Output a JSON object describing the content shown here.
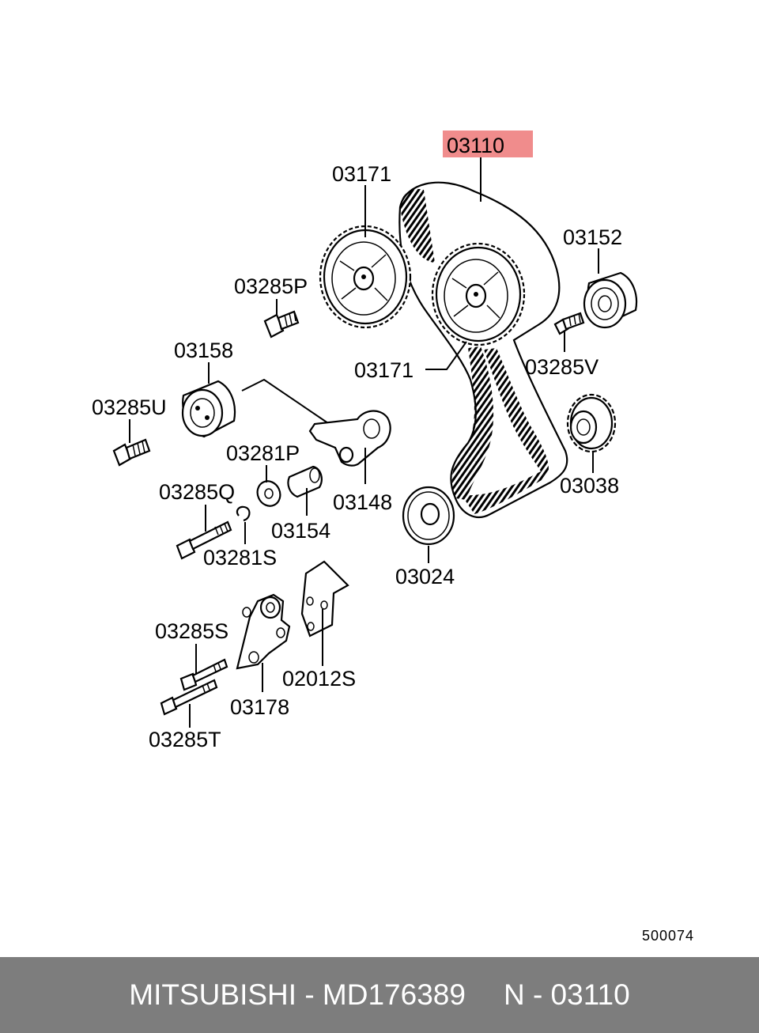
{
  "highlight_color": "#f08c8c",
  "footer_bg": "#7d7d7d",
  "labels": {
    "p03110": "03110",
    "p03171_top": "03171",
    "p03152": "03152",
    "p03285P": "03285P",
    "p03158": "03158",
    "p03285V": "03285V",
    "p03171_mid": "03171",
    "p03285U": "03285U",
    "p03281P": "03281P",
    "p03038": "03038",
    "p03285Q": "03285Q",
    "p03148": "03148",
    "p03154": "03154",
    "p03281S": "03281S",
    "p03024": "03024",
    "p03285S": "03285S",
    "p02012S": "02012S",
    "p03178": "03178",
    "p03285T": "03285T"
  },
  "reference_code": "500074",
  "footer": {
    "brand_part": "MITSUBISHI - MD176389",
    "code": "N - 03110"
  }
}
